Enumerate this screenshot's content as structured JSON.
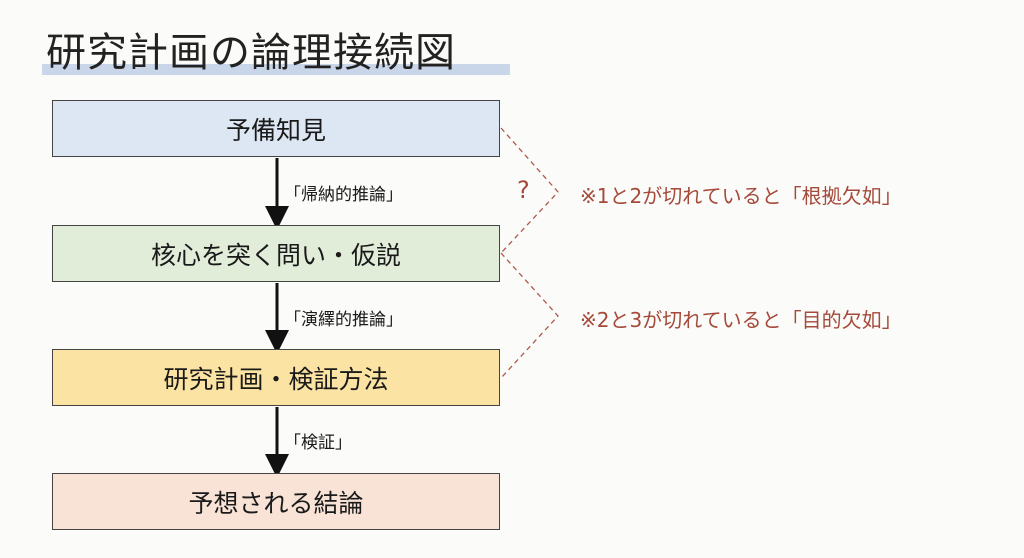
{
  "title": "研究計画の論理接続図",
  "boxes": [
    {
      "label": "予備知見",
      "color": "#dde7f3"
    },
    {
      "label": "核心を突く問い・仮説",
      "color": "#e1ecd9"
    },
    {
      "label": "研究計画・検証方法",
      "color": "#fbe3a3"
    },
    {
      "label": "予想される結論",
      "color": "#f8e3d6"
    }
  ],
  "arrows": [
    "「帰納的推論」",
    "「演繹的推論」",
    "「検証」"
  ],
  "question_mark": "?",
  "notes": [
    "※1と2が切れていると「根拠欠如」",
    "※2と3が切れていると「目的欠如」"
  ]
}
